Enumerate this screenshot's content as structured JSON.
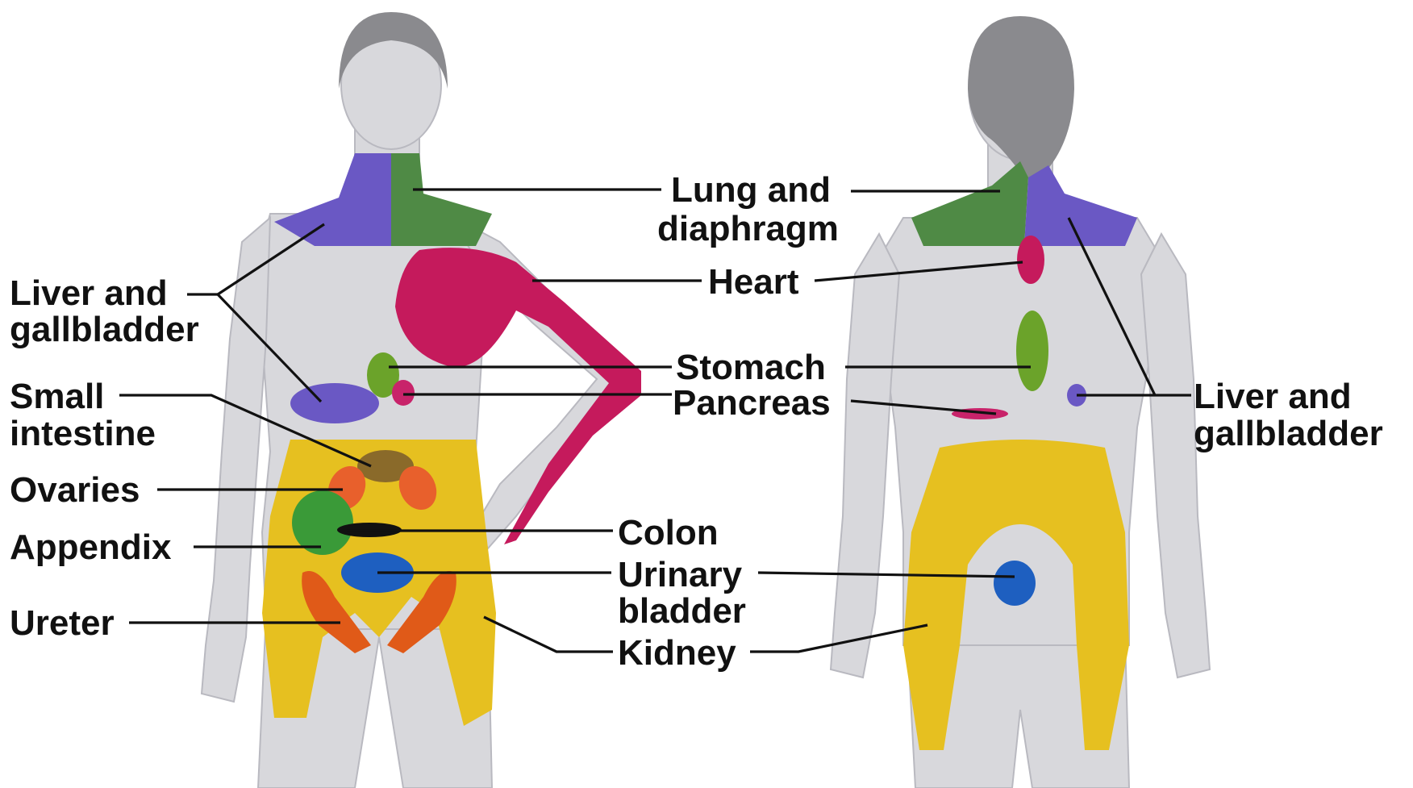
{
  "colors": {
    "lung_and_diaphragm": "#4f8a45",
    "liver_and_gallbladder": "#6a58c4",
    "heart": "#c51a5c",
    "stomach": "#6ba32a",
    "pancreas": "#c8236a",
    "small_intestine": "#8a6a2a",
    "ovaries": "#e8602c",
    "appendix": "#3a9a38",
    "colon": "#111111",
    "urinary_bladder": "#1e5fc0",
    "ureter": "#e05a18",
    "kidney": "#e6c020"
  },
  "labels": {
    "lung_line1": "Lung and",
    "lung_line2": "diaphragm",
    "heart": "Heart",
    "stomach": "Stomach",
    "pancreas": "Pancreas",
    "colon": "Colon",
    "urinary_line1": "Urinary",
    "urinary_line2": "bladder",
    "kidney": "Kidney",
    "liver_left_line1": "Liver and",
    "liver_left_line2": "gallbladder",
    "small_line1": "Small",
    "small_line2": "intestine",
    "ovaries": "Ovaries",
    "appendix": "Appendix",
    "ureter": "Ureter",
    "liver_right_line1": "Liver and",
    "liver_right_line2": "gallbladder"
  }
}
